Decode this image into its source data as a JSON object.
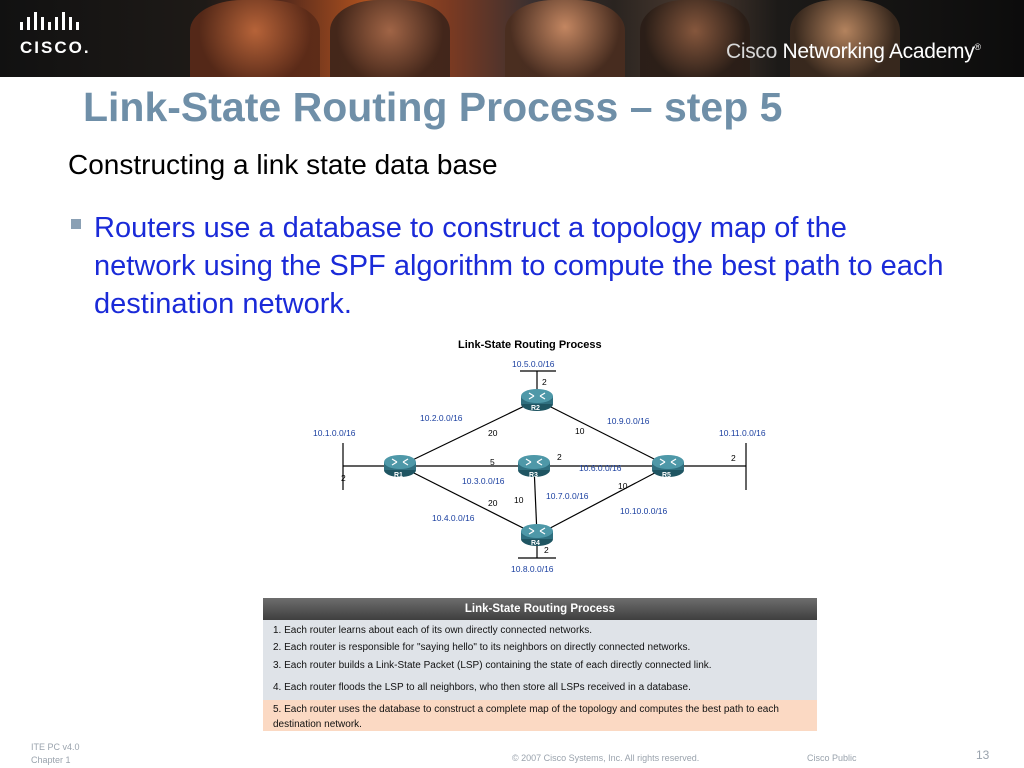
{
  "header": {
    "logo_text": "CISCO.",
    "academy_prefix": "Cisco",
    "academy_rest": " Networking Academy",
    "academy_mark": "®"
  },
  "slide": {
    "title": "Link-State Routing Process – step 5",
    "subtitle": "Constructing a link state data base",
    "bullet": "Routers use a database to construct a topology map of the network using the SPF algorithm to compute the best path to each destination network."
  },
  "diagram": {
    "title": "Link-State Routing Process",
    "routers": [
      "R1",
      "R2",
      "R3",
      "R4",
      "R5"
    ],
    "networks": [
      "10.5.0.0/16",
      "10.2.0.0/16",
      "10.9.0.0/16",
      "10.1.0.0/16",
      "10.11.0.0/16",
      "10.6.0.0/16",
      "10.3.0.0/16",
      "10.7.0.0/16",
      "10.10.0.0/16",
      "10.4.0.0/16",
      "10.8.0.0/16"
    ],
    "costs": {
      "r2_stub": "2",
      "r1_r2": "20",
      "r2_r5": "10",
      "r5_stub": "2",
      "r1_r3": "5",
      "r3_r5": "2",
      "r1_stub": "2",
      "r1_r4": "20",
      "r3_r4": "10",
      "r4_r5": "10",
      "r4_stub": "2"
    }
  },
  "steps_panel": {
    "title": "Link-State Routing Process",
    "steps": [
      "1.   Each router learns about each of its own directly connected networks.",
      "2.   Each router is responsible for \"saying hello\" to its neighbors on directly connected networks.",
      "3.   Each router builds a Link-State Packet (LSP) containing the state of each directly connected link.",
      "4.   Each router floods the LSP to all neighbors, who then store all LSPs received in a database.",
      "5.   Each router uses the database to construct a complete map of the topology and computes the best path to each destination network."
    ],
    "highlight_color": "#fbd9c3"
  },
  "footer": {
    "course": "ITE PC v4.0",
    "chapter": "Chapter 1",
    "copyright": "© 2007 Cisco Systems, Inc. All rights reserved.",
    "classification": "Cisco Public",
    "page_number": "13"
  },
  "colors": {
    "title": "#6f8fa8",
    "bullet_text": "#1a2ad8",
    "network_label": "#1a3fa0",
    "router": "#3d7f8f"
  }
}
